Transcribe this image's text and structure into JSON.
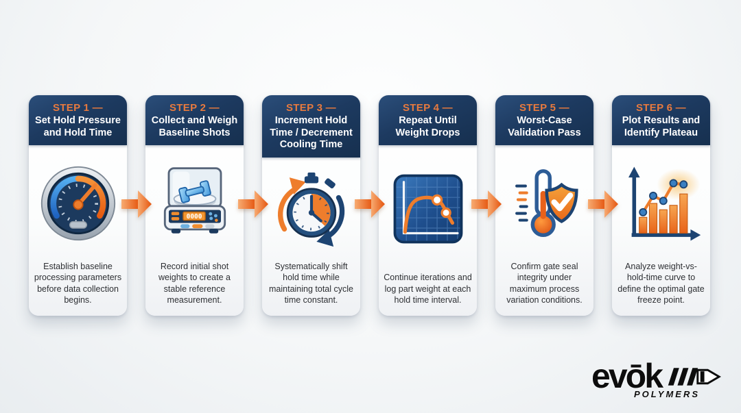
{
  "colors": {
    "header_navy": "#1d3a5f",
    "step_label_orange": "#e87a3e",
    "arrow_orange": "#e8611a",
    "icon_orange": "#ee7d2c",
    "icon_blue": "#3a7fc1",
    "icon_navy": "#1d4472",
    "card_background": "#ffffff",
    "page_background": "#f3f5f7",
    "description_text": "#2d2f33"
  },
  "steps": [
    {
      "step_label": "STEP 1 —",
      "title": "Set Hold Pressure and Hold Time",
      "description": "Establish baseline processing parameters before data collection begins.",
      "icon": "pressure-gauge-icon"
    },
    {
      "step_label": "STEP 2 —",
      "title": "Collect and Weigh Baseline Shots",
      "description": "Record initial shot weights to create a stable reference measurement.",
      "icon": "weighing-scale-icon"
    },
    {
      "step_label": "STEP 3 —",
      "title": "Increment Hold Time / Decrement Cooling Time",
      "description": "Systematically shift hold time while maintaining total cycle time constant.",
      "icon": "stopwatch-cycle-icon"
    },
    {
      "step_label": "STEP 4 —",
      "title": "Repeat Until Weight Drops",
      "description": "Continue iterations and log part weight at each hold time interval.",
      "icon": "weight-curve-chart-icon"
    },
    {
      "step_label": "STEP 5 —",
      "title": "Worst-Case Validation Pass",
      "description": "Confirm gate seal integrity under maximum process variation conditions.",
      "icon": "thermometer-shield-icon"
    },
    {
      "step_label": "STEP 6 —",
      "title": "Plot Results and Identify Plateau",
      "description": "Analyze weight-vs-hold-time curve to define the optimal gate freeze point.",
      "icon": "bar-chart-plateau-icon"
    }
  ],
  "logo": {
    "brand": "evōk",
    "subtext": "POLYMERS"
  }
}
